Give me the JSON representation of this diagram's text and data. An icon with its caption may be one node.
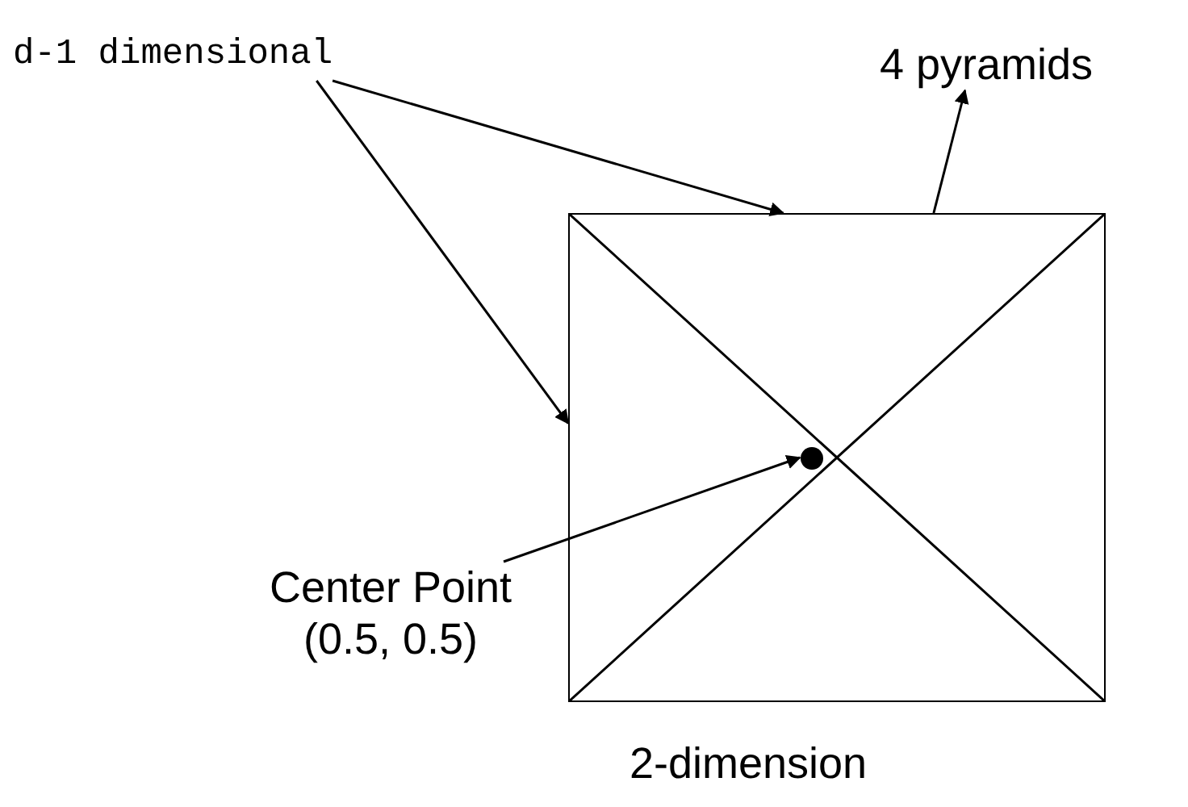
{
  "diagram": {
    "nodes": [
      {
        "text": [
          "d-1 dimensional"
        ]
      },
      {
        "text": [
          "4 pyramids"
        ]
      },
      {
        "text": [
          "Center Point (0.5, 0.5)"
        ]
      },
      {
        "text": [
          "2-dimension"
        ]
      },
      {
        "text": [],
        "shape": "circle",
        "in": 3
      }
    ],
    "edges": [
      {
        "from": 0,
        "to": 3,
        "arrow": "to"
      },
      {
        "from": 0,
        "to": 3,
        "arrow": "to"
      },
      {
        "from": 3,
        "to": 1,
        "arrow": "to"
      },
      {
        "from": 2,
        "to": 4,
        "arrow": "to"
      }
    ]
  }
}
